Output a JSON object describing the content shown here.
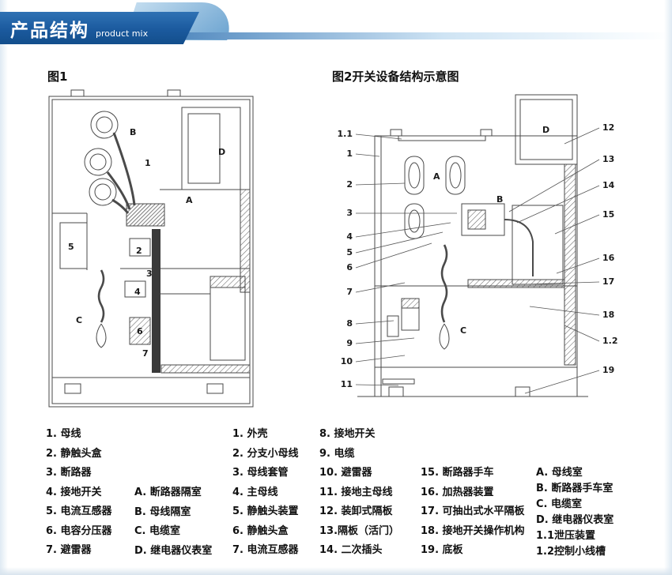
{
  "header": {
    "title": "产品结构",
    "subtitle": "product mix"
  },
  "figures": {
    "fig1": {
      "caption": "图1",
      "labels": [
        "B",
        "1",
        "D",
        "A",
        "5",
        "2",
        "3",
        "4",
        "C",
        "6",
        "7"
      ]
    },
    "fig2": {
      "caption": "图2开关设备结构示意图",
      "left_callouts": [
        "1.1",
        "1",
        "2",
        "3",
        "4",
        "5",
        "6",
        "7",
        "8",
        "9",
        "10",
        "11"
      ],
      "right_callouts": [
        "12",
        "13",
        "14",
        "15",
        "16",
        "17",
        "18",
        "1.2",
        "19"
      ],
      "inner_labels": [
        "A",
        "B",
        "C",
        "D"
      ]
    }
  },
  "legend": {
    "col1": [
      "1. 母线",
      "2. 静触头盒",
      "3. 断路器",
      "4. 接地开关",
      "5. 电流互感器",
      "6. 电容分压器",
      "7. 避雷器"
    ],
    "col1_letters": [
      "A. 断路器隔室",
      "B. 母线隔室",
      "C. 电缆室",
      "D. 继电器仪表室"
    ],
    "col2": [
      "1. 外壳",
      "2. 分支小母线",
      "3. 母线套管",
      "4. 主母线",
      "5. 静触头装置",
      "6. 静触头盒",
      "7. 电流互感器"
    ],
    "col3": [
      "8. 接地开关",
      "9. 电缆",
      "10. 避雷器",
      "11. 接地主母线",
      "12. 装卸式隔板",
      "13.隔板（活门）",
      "14. 二次插头"
    ],
    "col4": [
      "15. 断路器手车",
      "16. 加热器装置",
      "17. 可抽出式水平隔板",
      "18. 接地开关操作机构",
      "19. 底板"
    ],
    "col5": [
      "A. 母线室",
      "B. 断路器手车室",
      "C. 电缆室",
      "D. 继电器仪表室",
      "1.1泄压装置",
      "1.2控制小线槽"
    ]
  },
  "colors": {
    "banner_dark": "#1b5a9e",
    "banner_light": "#9cc4e2",
    "line": "#4a4a4a"
  }
}
